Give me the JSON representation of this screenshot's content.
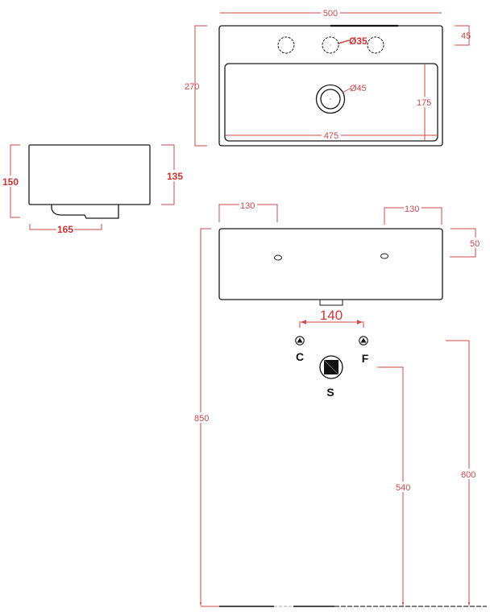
{
  "drawing": {
    "title": "Wall-hung washbasin technical drawing",
    "colors": {
      "outline": "#1a1a1a",
      "dimension": "#d04848"
    },
    "top_view": {
      "width_label": "500",
      "depth_label": "270",
      "tap_hole_offset_label": "45",
      "tap_hole_diameter_label": "Ø35",
      "drain_diameter_label": "Ø45",
      "bowl_depth_label": "175",
      "bowl_width_label": "475"
    },
    "side_view": {
      "height_label": "150",
      "body_height_label": "135",
      "width_label": "165"
    },
    "front_view": {
      "left_fixing_label": "130",
      "right_fixing_label": "130",
      "fixing_height_label": "50",
      "supply_spacing_label": "140",
      "hot_label": "C",
      "cold_label": "F",
      "waste_label": "S",
      "rim_height_label": "850",
      "waste_height_label": "540",
      "supply_height_label": "600"
    }
  }
}
